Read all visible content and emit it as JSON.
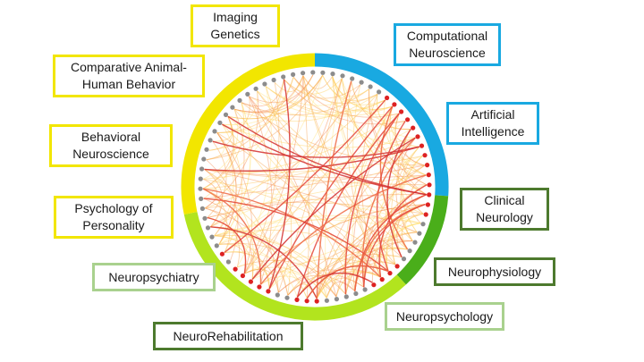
{
  "labels": {
    "imaging_genetics": "Imaging\nGenetics",
    "comparative_behavior": "Comparative Animal-\nHuman Behavior",
    "behavioral_neuroscience": "Behavioral\nNeuroscience",
    "psychology_personality": "Psychology of\nPersonality",
    "neuropsychiatry": "Neuropsychiatry",
    "neurorehabilitation": "NeuroRehabilitation",
    "neuropsychology": "Neuropsychology",
    "neurophysiology": "Neurophysiology",
    "clinical_neurology": "Clinical\nNeurology",
    "artificial_intelligence": "Artificial\nIntelligence",
    "computational_neuroscience": "Computational\nNeuroscience"
  },
  "colors": {
    "yellow": "#f2e600",
    "blue": "#19a9e1",
    "green_dark": "#4aae1a",
    "green_light": "#b2e41e",
    "border_dark_green": "#4d7a2e",
    "border_light_green": "#a9d18e",
    "node_red": "#dd2222",
    "node_gray": "#8c8c8c"
  }
}
